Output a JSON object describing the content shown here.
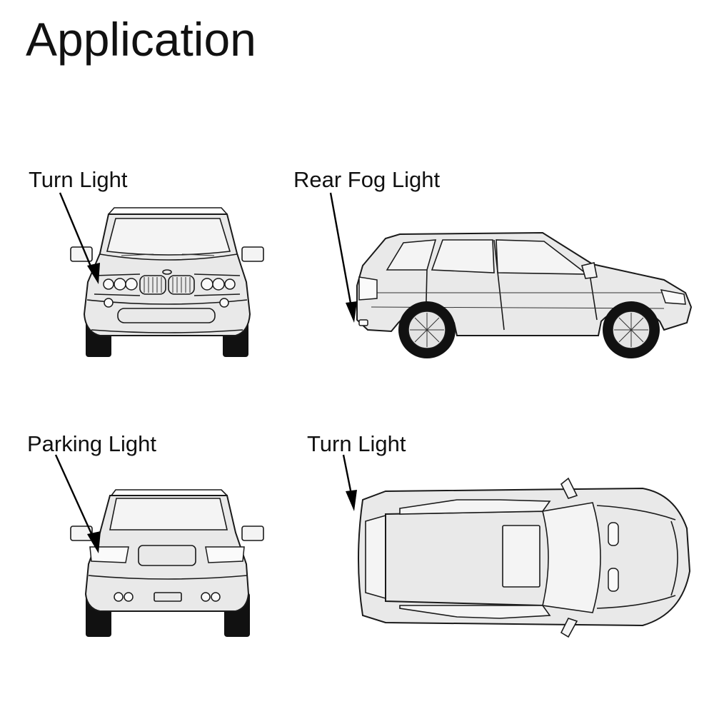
{
  "title": "Application",
  "views": [
    {
      "label": "Turn Light"
    },
    {
      "label": "Rear Fog Light"
    },
    {
      "label": "Parking Light"
    },
    {
      "label": "Turn Light"
    }
  ]
}
